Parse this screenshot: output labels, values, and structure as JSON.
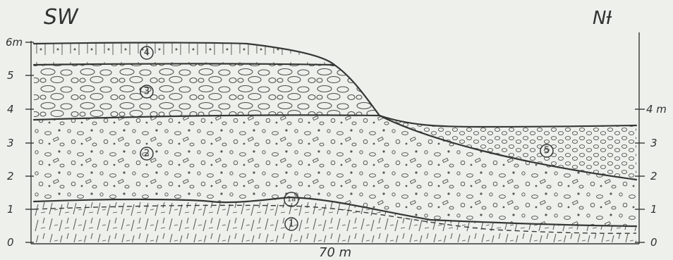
{
  "labels": {
    "sw": "SW",
    "ne": "NƗ",
    "distance": "70 m",
    "left_unit": "6m",
    "right_unit": "4 m"
  },
  "left_axis_ticks": [
    "0",
    "1",
    "2",
    "3",
    "4",
    "5"
  ],
  "right_axis_ticks": [
    "0",
    "1",
    "2",
    "3"
  ],
  "layers": [
    {
      "id": "1",
      "label": "1"
    },
    {
      "id": "1a",
      "label": "1a"
    },
    {
      "id": "2",
      "label": "2"
    },
    {
      "id": "3",
      "label": "3"
    },
    {
      "id": "4",
      "label": "4"
    },
    {
      "id": "5",
      "label": "5"
    }
  ]
}
